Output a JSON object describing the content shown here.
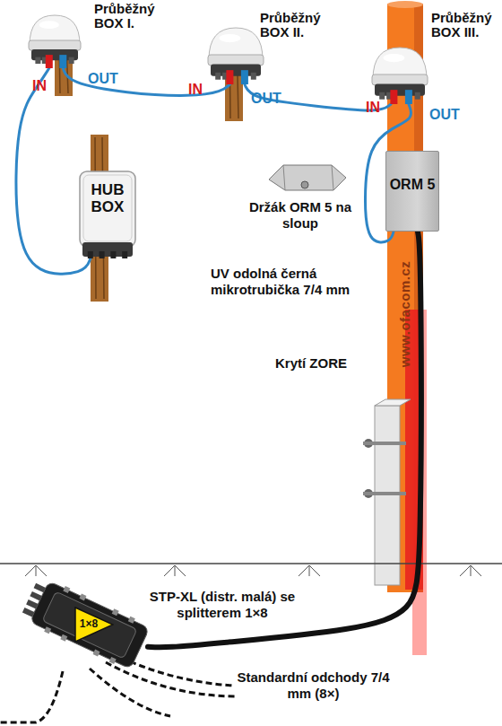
{
  "diagram": {
    "nodes": [
      {
        "text": [
          "Průběžný BOX I."
        ]
      },
      {
        "text": [
          "Průběžný BOX II."
        ]
      },
      {
        "text": [
          "Průběžný BOX III."
        ]
      },
      {
        "text": [
          "HUB BOX"
        ]
      },
      {
        "text": [
          "ORM 5"
        ]
      },
      {
        "text": [
          "STP-XL (distr. malá) se splitterem 1×8"
        ]
      },
      {
        "text": [
          "1×8"
        ],
        "in": 5
      }
    ],
    "edges": [
      {
        "from": 3,
        "to": 0,
        "arrow": "none"
      },
      {
        "from": 0,
        "to": 1,
        "arrow": "none"
      },
      {
        "from": 1,
        "to": 2,
        "arrow": "none"
      },
      {
        "from": 2,
        "to": 4,
        "arrow": "none"
      },
      {
        "from": 4,
        "to": 5,
        "arrow": "none"
      }
    ],
    "labels": [
      "IN",
      "OUT",
      "IN",
      "OUT",
      "IN",
      "OUT",
      "Držák ORM 5 na sloup",
      "UV odolná černá mikrotrubička 7/4 mm",
      "Krytí ZORE",
      "www.ofacom.cz",
      "Standardní odchody 7/4 mm (8×)"
    ]
  }
}
